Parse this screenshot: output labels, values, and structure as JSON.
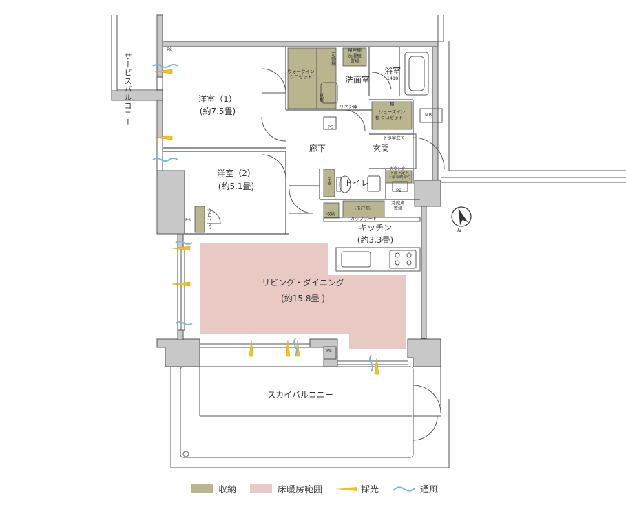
{
  "colors": {
    "storage": "#b9b58f",
    "floor_heating": "#e8c9c4",
    "wall": "#c8c8c8",
    "line": "#555555",
    "daylight": "#f0c419",
    "ventilation": "#7fb6dd"
  },
  "rooms": {
    "western1_name": "洋室（1）",
    "western1_size": "(約7.5畳)",
    "western2_name": "洋室（2）",
    "western2_size": "(約5.1畳)",
    "ldk_name": "リビング・ダイニング",
    "ldk_size": "(約15.8畳 )",
    "kitchen_name": "キッチン",
    "kitchen_size": "(約3.3畳)",
    "hall": "廊下",
    "entrance": "玄関",
    "toilet": "トイレ",
    "washroom": "洗面室",
    "bath": "浴室",
    "bath_size": "(1418)",
    "sky_balcony": "スカイバルコニー",
    "service_balcony": "サービスバルコニー"
  },
  "fixtures": {
    "walk_in_closet": "ウォークイン\nクロゼット",
    "shoes_in_closet": "シューズイン\nクロゼット",
    "closet": "クロゼット",
    "linen": "リネン庫",
    "washer": "洗濯機\n置場",
    "hanger_door": "吊戸棚",
    "hanger_short": "吊戸",
    "hanger_door2": "(吊戸棚)",
    "hanger_door3": "(吊戸棚)",
    "shelf": "可動棚",
    "storage_shelf": "棚",
    "shelf2": "棚",
    "pipe": "枕棚",
    "storage": "収納",
    "fridge": "冷蔵庫\n置場",
    "cupboard": "カップボード",
    "counter": "カウンター\n下部下足入\n下部収納部付",
    "umbrella": "下部傘立て",
    "mb": "MB",
    "ps": "PS"
  },
  "compass": {
    "north": "N"
  },
  "legend": {
    "storage": "収納",
    "floor_heating": "床暖房範囲",
    "daylight": "採光",
    "ventilation": "通風"
  }
}
